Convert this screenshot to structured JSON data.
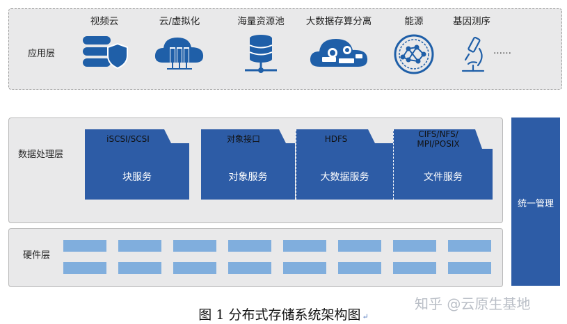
{
  "app_layer": {
    "label": "应用层",
    "items": [
      {
        "label": "视频云",
        "icon": "database-shield-icon"
      },
      {
        "label": "云/虚拟化",
        "icon": "cloud-server-icon"
      },
      {
        "label": "海量资源池",
        "icon": "database-network-icon"
      },
      {
        "label": "大数据存算分离",
        "icon": "cloud-data-icon"
      },
      {
        "label": "能源",
        "icon": "network-globe-icon"
      },
      {
        "label": "基因测序",
        "icon": "microscope-icon"
      }
    ],
    "more": "……"
  },
  "processing_layer": {
    "label": "数据处理层",
    "services": [
      {
        "name": "块服务",
        "interface": "iSCSI/SCSI"
      },
      {
        "name": "对象服务",
        "interface": "对象接口"
      },
      {
        "name": "大数据服务",
        "interface": "HDFS"
      },
      {
        "name": "文件服务",
        "interface_line1": "CIFS/NFS/",
        "interface_line2": "MPI/POSIX"
      }
    ]
  },
  "management": {
    "label": "统一管理"
  },
  "hardware_layer": {
    "label": "硬件层"
  },
  "caption": "图 1  分布式存储系统架构图",
  "watermark": "知乎 @云原生基地",
  "colors": {
    "primary": "#2d5ca6",
    "hardware_block": "#80aedd",
    "panel": "#e9e9ea",
    "icon": "#1f5fa8"
  }
}
